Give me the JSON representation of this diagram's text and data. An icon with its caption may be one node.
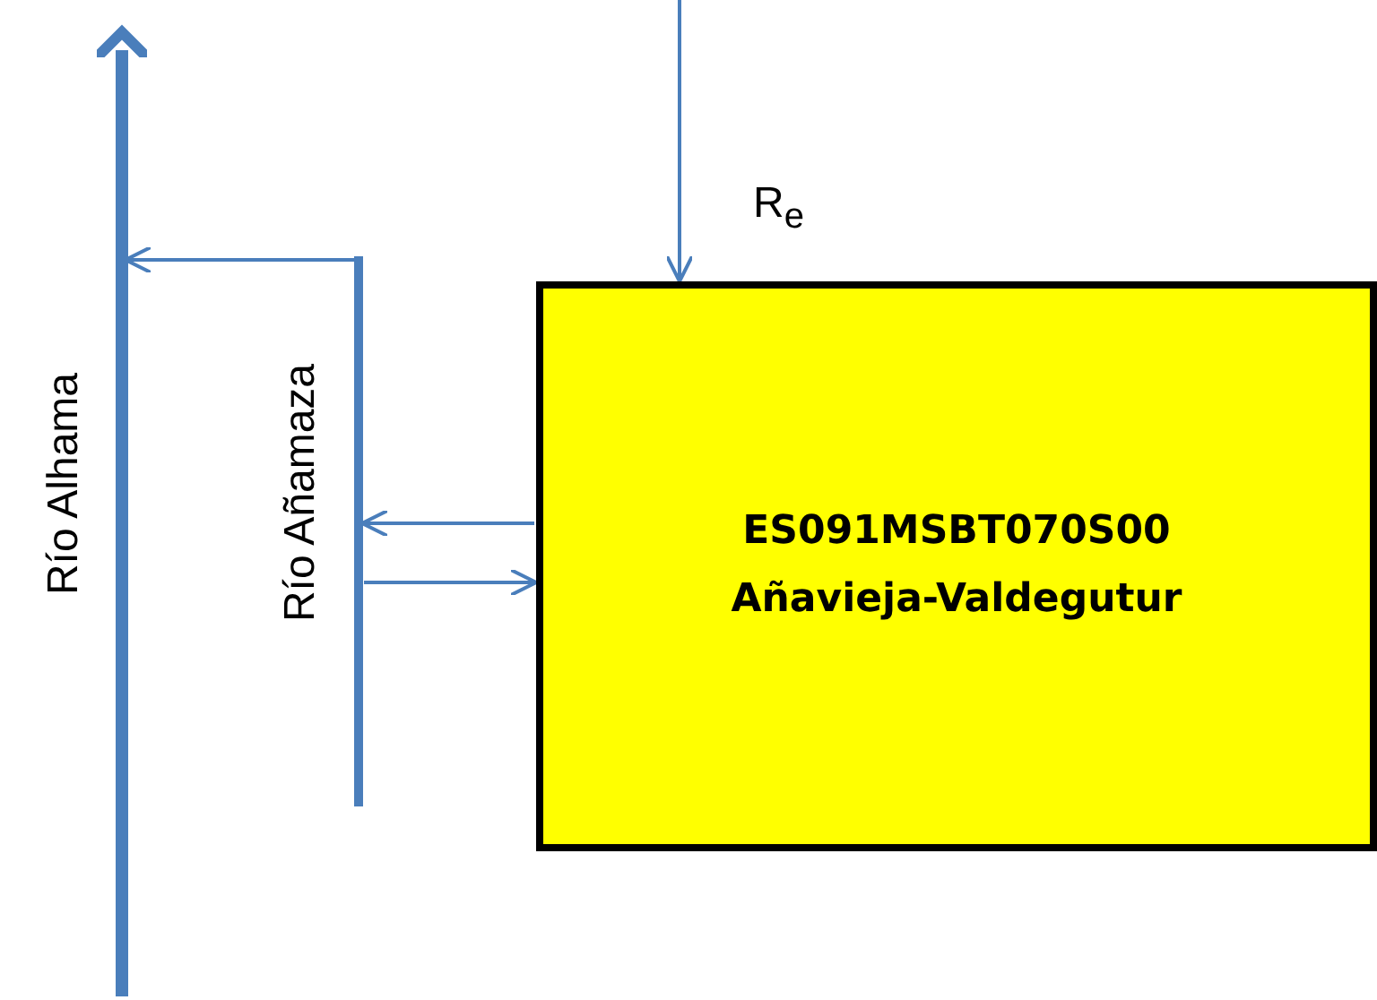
{
  "diagram": {
    "nodes": [
      {
        "text": [
          "Río Alhama"
        ]
      },
      {
        "text": [
          "Río Añamaza"
        ]
      },
      {
        "text": [
          "ES091MSBT070S00",
          "Añavieja-Valdegutur"
        ]
      }
    ],
    "edges": [
      {
        "from": 1,
        "to": 0,
        "arrow": "to"
      },
      {
        "from": null,
        "to": 2,
        "arrow": "to",
        "label": "R$_{e}$"
      },
      {
        "from": 2,
        "to": 1,
        "arrow": "to"
      },
      {
        "from": 1,
        "to": 2,
        "arrow": "to"
      }
    ]
  }
}
